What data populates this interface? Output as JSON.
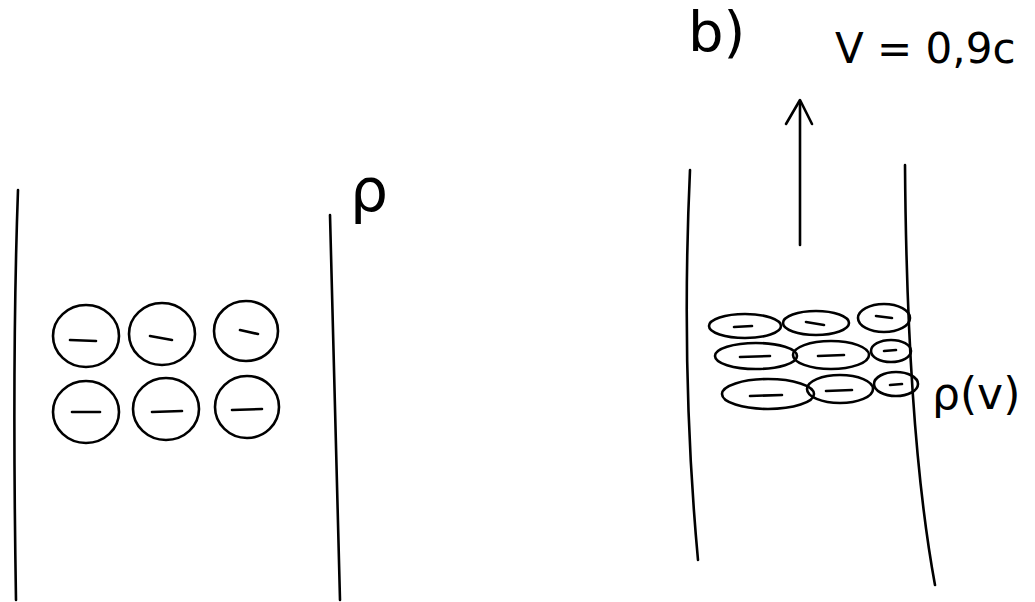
{
  "diagram": {
    "labels": [
      "b)",
      "V = 0,9c",
      "ρ",
      "ρ(v)"
    ]
  }
}
